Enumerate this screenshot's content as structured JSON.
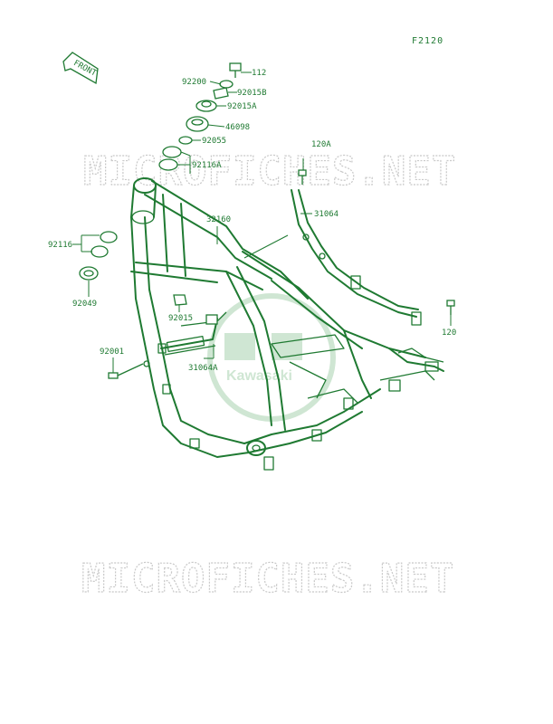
{
  "figure_code": "F2120",
  "front_label": "FRONT",
  "watermark_text": "MICROFICHES.NET",
  "logo_text": "Kawasaki",
  "colors": {
    "ink": "#1f7a32",
    "watermark": "#c9c9c9",
    "logo": "#cfe6d3"
  },
  "parts": {
    "p112": "112",
    "p92200": "92200",
    "p92015B": "92015B",
    "p92015A": "92015A",
    "p46098": "46098",
    "p92055": "92055",
    "p92116A": "92116A",
    "p120A": "120A",
    "p31064": "31064",
    "p32160": "32160",
    "p92116": "92116",
    "p92049": "92049",
    "p92015": "92015",
    "p120": "120",
    "p92001": "92001",
    "p31064A": "31064A"
  }
}
